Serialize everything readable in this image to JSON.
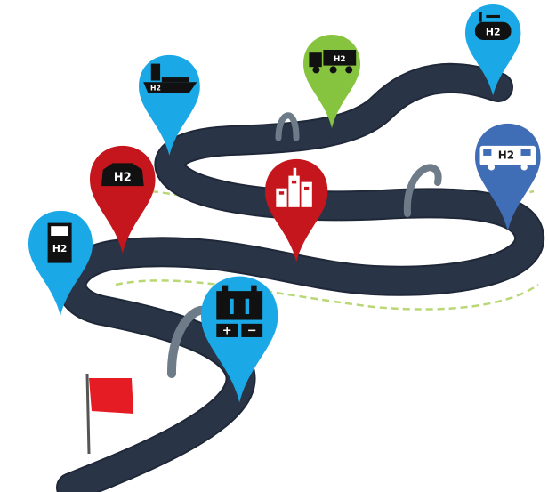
{
  "colors": {
    "road": "#1f2838",
    "road_edge": "#2a3447",
    "blue_pin": "#1aa9e6",
    "red_pin": "#c4161c",
    "green_pin": "#86c440",
    "dark_blue_pin": "#3f6db6",
    "flag": "#e51c23",
    "arch": "#6e7b89",
    "dashed": "#b9d774"
  },
  "pins": [
    {
      "id": "storage-tank",
      "color": "blue_pin",
      "icon": "h2-storage-tank-icon",
      "label": "H2"
    },
    {
      "id": "truck",
      "color": "green_pin",
      "icon": "h2-truck-icon",
      "label": "H2"
    },
    {
      "id": "ship",
      "color": "blue_pin",
      "icon": "h2-ship-icon",
      "label": "H2"
    },
    {
      "id": "bus",
      "color": "dark_blue_pin",
      "icon": "h2-bus-icon",
      "label": "H2"
    },
    {
      "id": "car",
      "color": "red_pin",
      "icon": "h2-car-icon",
      "label": "H2"
    },
    {
      "id": "industry",
      "color": "red_pin",
      "icon": "industry-icon",
      "label": ""
    },
    {
      "id": "fuel-station",
      "color": "blue_pin",
      "icon": "h2-fuel-station-icon",
      "label": "H2"
    },
    {
      "id": "electrolyser",
      "color": "blue_pin",
      "icon": "electrolyser-icon",
      "label": ""
    }
  ],
  "battery_signs": [
    "+",
    "−"
  ]
}
